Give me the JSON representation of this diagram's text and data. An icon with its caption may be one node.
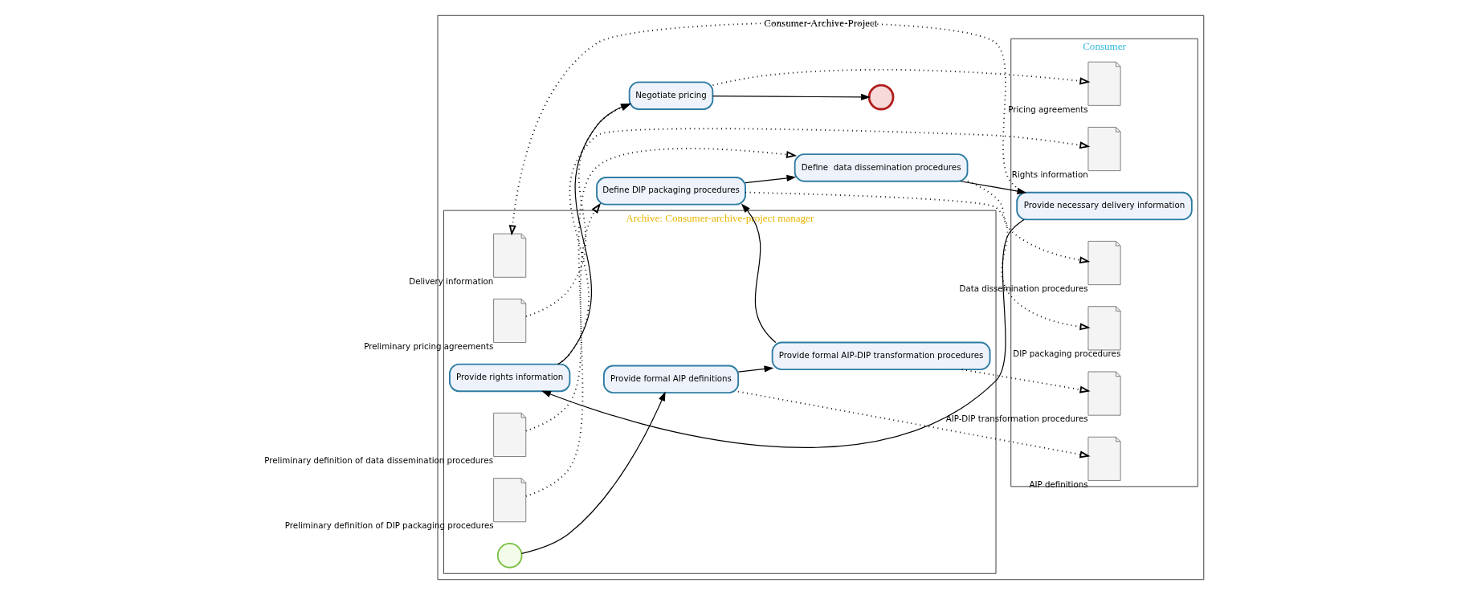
{
  "diagram": {
    "nodes": [
      {
        "text": [
          "Consumer-Archive-Project"
        ]
      },
      {
        "text": [
          "Consumer"
        ],
        "in": 0
      },
      {
        "text": [
          "Archive: Consumer-archive-project manager"
        ],
        "in": 0
      },
      {
        "text": [],
        "shape": "document",
        "beside": [
          "AIP definitions"
        ],
        "in": 1
      },
      {
        "text": [],
        "shape": "document",
        "beside": [
          "AIP-DIP transformation procedures"
        ],
        "in": 1
      },
      {
        "text": [],
        "shape": "document",
        "beside": [
          "DIP packaging procedures"
        ],
        "in": 1
      },
      {
        "text": [],
        "shape": "document",
        "beside": [
          "Data dissemination procedures"
        ],
        "in": 1
      },
      {
        "text": [
          "Provide necessary delivery information"
        ],
        "in": 1
      },
      {
        "text": [],
        "shape": "document",
        "beside": [
          "Rights information"
        ],
        "in": 1
      },
      {
        "text": [],
        "shape": "document",
        "beside": [
          "Pricing agreements"
        ],
        "in": 1
      },
      {
        "text": [],
        "shape": "circle",
        "in": 2
      },
      {
        "text": [
          "Provide formal AIP definitions"
        ],
        "in": 2
      },
      {
        "text": [
          "Provide formal AIP-DIP transformation procedures"
        ],
        "in": 2
      },
      {
        "text": [
          "Define DIP packaging procedures"
        ],
        "in": 0
      },
      {
        "text": [
          "Define  data dissemination procedures"
        ],
        "in": 0
      },
      {
        "text": [],
        "shape": "document",
        "beside": [
          "Preliminary definition of DIP packaging procedures"
        ],
        "in": 2
      },
      {
        "text": [],
        "shape": "document",
        "beside": [
          "Preliminary definition of data dissemination procedures"
        ],
        "in": 2
      },
      {
        "text": [],
        "shape": "document",
        "beside": [
          "Delivery information"
        ],
        "in": 2
      },
      {
        "text": [
          "Provide rights information"
        ],
        "in": 2
      },
      {
        "text": [
          "Negotiate pricing"
        ],
        "in": 0
      },
      {
        "text": [],
        "shape": "document",
        "beside": [
          "Preliminary pricing agreements"
        ],
        "in": 2
      },
      {
        "text": [],
        "shape": "circle",
        "in": 0
      }
    ],
    "edges": [
      {
        "from": 10,
        "to": 11,
        "arrow": "to"
      },
      {
        "from": 11,
        "to": 12,
        "arrow": "to"
      },
      {
        "from": 12,
        "to": 13,
        "arrow": "to"
      },
      {
        "from": 13,
        "to": 14,
        "arrow": "to"
      },
      {
        "from": 14,
        "to": 7,
        "arrow": "to"
      },
      {
        "from": 7,
        "to": 18,
        "arrow": "to"
      },
      {
        "from": 18,
        "to": 19,
        "arrow": "to"
      },
      {
        "from": 19,
        "to": 21,
        "arrow": "to"
      },
      {
        "from": 11,
        "to": 3,
        "arrow": "to",
        "style": "dashed"
      },
      {
        "from": 12,
        "to": 4,
        "arrow": "to",
        "style": "dashed"
      },
      {
        "from": 13,
        "to": 5,
        "arrow": "to",
        "style": "dashed"
      },
      {
        "from": 14,
        "to": 6,
        "arrow": "to",
        "style": "dashed"
      },
      {
        "from": 15,
        "to": 13,
        "arrow": "to",
        "style": "dashed"
      },
      {
        "from": 16,
        "to": 14,
        "arrow": "to",
        "style": "dashed"
      },
      {
        "from": 7,
        "to": 17,
        "arrow": "to",
        "style": "dashed"
      },
      {
        "from": 18,
        "to": 8,
        "arrow": "to",
        "style": "dashed"
      },
      {
        "from": 19,
        "to": 9,
        "arrow": "to",
        "style": "dashed"
      },
      {
        "from": 20,
        "to": 19,
        "arrow": "to",
        "style": "dashed"
      }
    ]
  }
}
